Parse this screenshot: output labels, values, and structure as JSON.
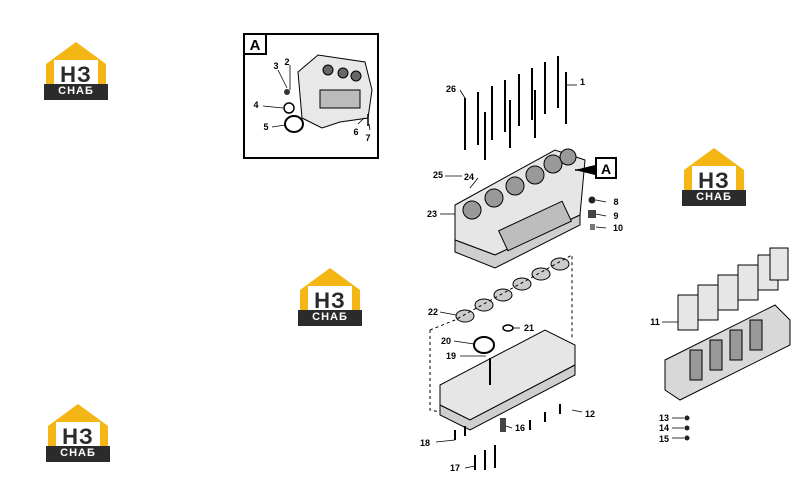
{
  "watermark": {
    "main": "НЗ",
    "sub": "СНАБ"
  },
  "inset": {
    "letter": "A"
  },
  "callout": {
    "letter": "A"
  },
  "callouts": {
    "c1": "1",
    "c2": "2",
    "c3": "3",
    "c4": "4",
    "c5": "5",
    "c6": "6",
    "c7": "7",
    "c8": "8",
    "c9": "9",
    "c10": "10",
    "c11": "11",
    "c12": "12",
    "c13": "13",
    "c14": "14",
    "c15": "15",
    "c16": "16",
    "c17": "17",
    "c18": "18",
    "c19": "19",
    "c20": "20",
    "c21": "21",
    "c22": "22",
    "c23": "23",
    "c24": "24",
    "c25": "25",
    "c26": "26"
  },
  "colors": {
    "brand_yellow": "#f3b614",
    "brand_dark": "#2b2b2b",
    "line": "#000000"
  }
}
